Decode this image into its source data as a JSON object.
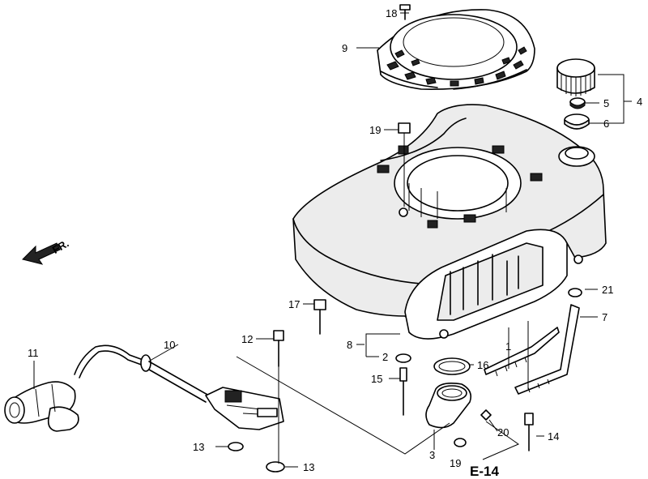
{
  "callouts": [
    "1",
    "2",
    "3",
    "4",
    "5",
    "6",
    "7",
    "8",
    "9",
    "10",
    "11",
    "12",
    "13",
    "14",
    "15",
    "16",
    "17",
    "18",
    "19",
    "20",
    "21"
  ],
  "dup": {
    "13": "13",
    "19": "19"
  },
  "page_ref": "E-14",
  "direction_label": "FR."
}
